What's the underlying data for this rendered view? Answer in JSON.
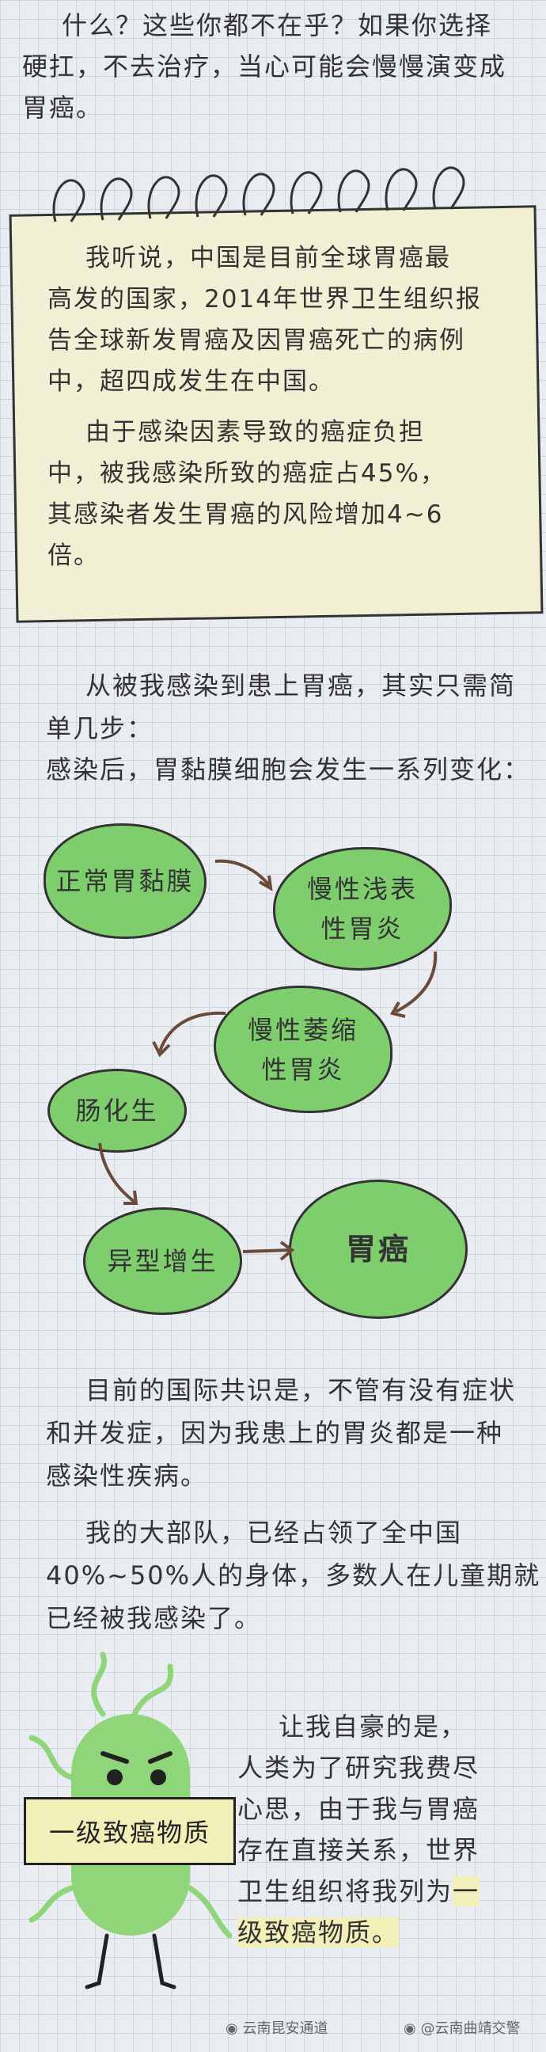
{
  "intro": {
    "line1": "什么？这些你都不在乎？如果你选择",
    "line2": "硬扛，不去治疗，当心可能会慢慢演变成",
    "line3": "胃癌。"
  },
  "note": {
    "p1_l1": "我听说，中国是目前全球胃癌最",
    "p1_l2": "高发的国家，2014年世界卫生组织报",
    "p1_l3": "告全球新发胃癌及因胃癌死亡的病例",
    "p1_l4": "中，超四成发生在中国。",
    "p2_l1": "由于感染因素导致的癌症负担",
    "p2_l2": "中，被我感染所致的癌症占45%，",
    "p2_l3": "其感染者发生胃癌的风险增加4~6",
    "p2_l4": "倍。"
  },
  "steps_intro": {
    "l1": "从被我感染到患上胃癌，其实只需简",
    "l2": "单几步：",
    "l3": "感染后，胃黏膜细胞会发生一系列变化："
  },
  "flow": {
    "s1": "正常胃黏膜",
    "s2a": "慢性浅表",
    "s2b": "性胃炎",
    "s3a": "慢性萎缩",
    "s3b": "性胃炎",
    "s4": "肠化生",
    "s5": "异型增生",
    "s6": "胃癌"
  },
  "consensus": {
    "l1": "目前的国际共识是，不管有没有症状",
    "l2": "和并发症，因为我患上的胃炎都是一种",
    "l3": "感染性疾病。"
  },
  "spread": {
    "l1": "我的大部队，已经占领了全中国",
    "l2": "40%~50%人的身体，多数人在儿童期就",
    "l3": "已经被我感染了。"
  },
  "proud": {
    "l1": "让我自豪的是，",
    "l2": "人类为了研究我费尽",
    "l3": "心思，由于我与胃癌",
    "l4": "存在直接关系，世界",
    "l5a": "卫生组织将我列为",
    "l5b": "一",
    "l6": "级致癌物质。"
  },
  "badge": "一级致癌物质",
  "footer": {
    "left": "云南昆安通道",
    "right": "@云南曲靖交警"
  },
  "colors": {
    "blob": "#7fce6e",
    "paper": "#f1f0d5",
    "highlight": "#f2f0b8",
    "arrow": "#6b4a3a"
  }
}
